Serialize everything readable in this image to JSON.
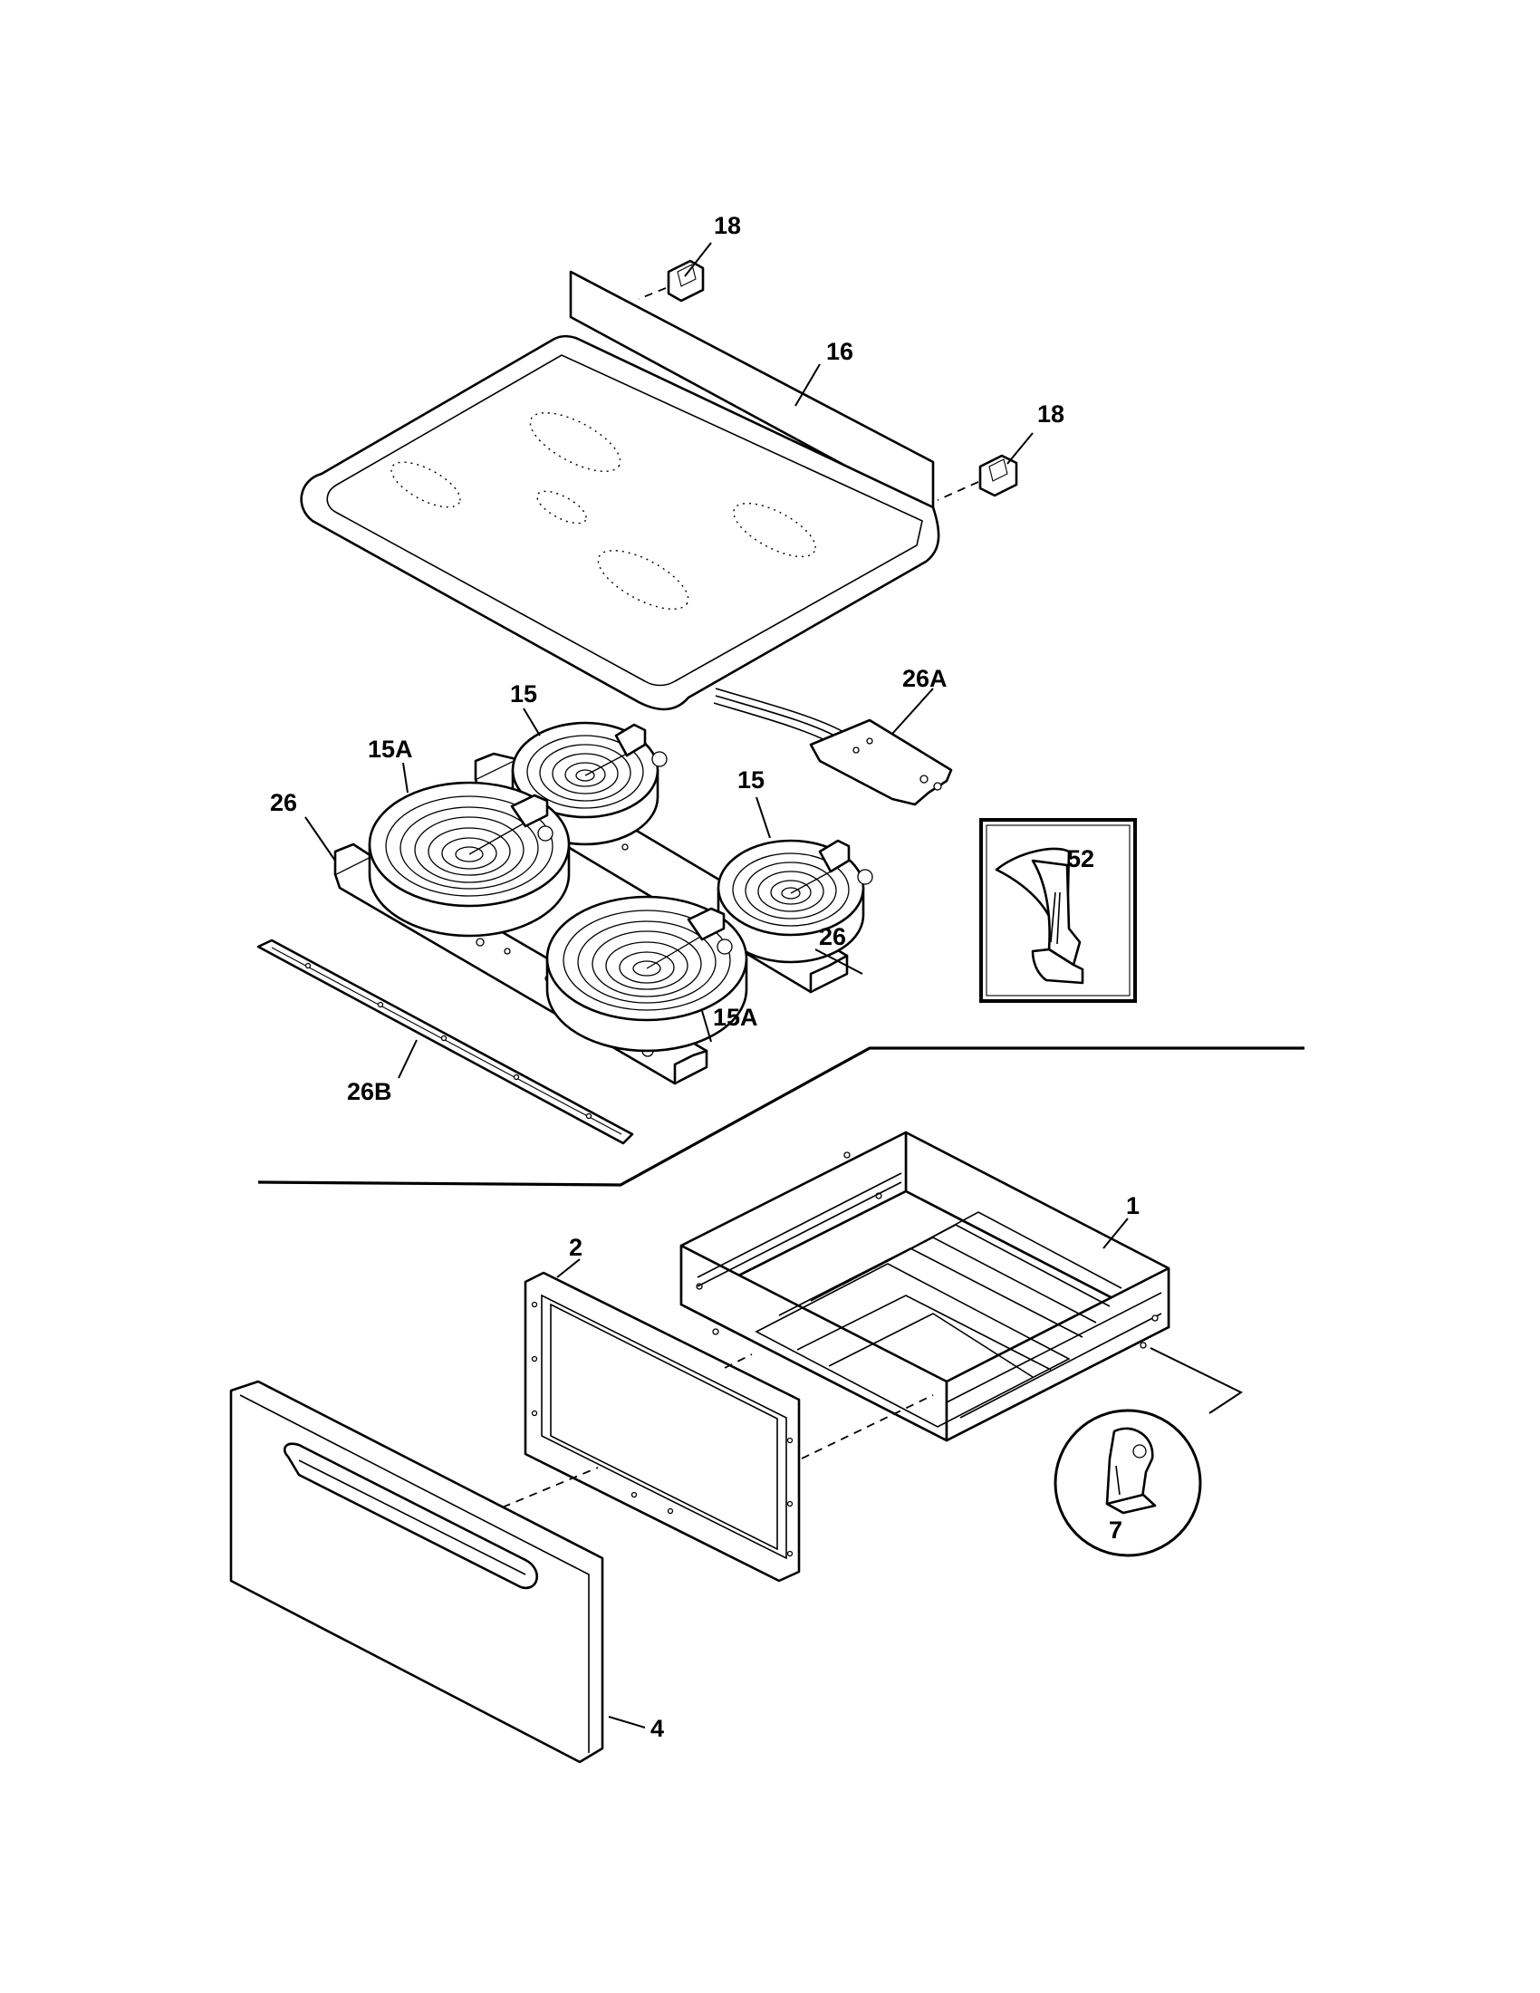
{
  "callouts": {
    "c18a": "18",
    "c16": "16",
    "c18b": "18",
    "c15a": "15",
    "c26A": "26A",
    "c15A_a": "15A",
    "c26a": "26",
    "c15b": "15",
    "c52": "52",
    "c26b": "26",
    "c15A_b": "15A",
    "c26B": "26B",
    "c1": "1",
    "c2": "2",
    "c7": "7",
    "c4": "4"
  }
}
